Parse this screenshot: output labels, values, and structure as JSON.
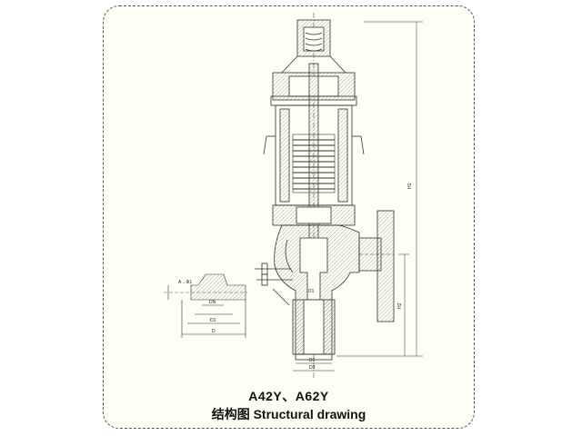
{
  "caption": {
    "model": "A42Y、A62Y",
    "subtitle": "结构图 Structural drawing"
  },
  "dimension_labels": {
    "overall_height": "H1",
    "lower_height": "H2",
    "inlet_d1": "D1",
    "inlet_d2": "D2",
    "inlet_d3": "D3",
    "detail_a": "A→Φ1",
    "detail_dn": "DN",
    "detail_d1": "D1",
    "detail_d": "D"
  },
  "colors": {
    "frame_bg": "#fefef2",
    "frame_border": "#555555",
    "line": "#333333",
    "hatch": "#777777"
  }
}
